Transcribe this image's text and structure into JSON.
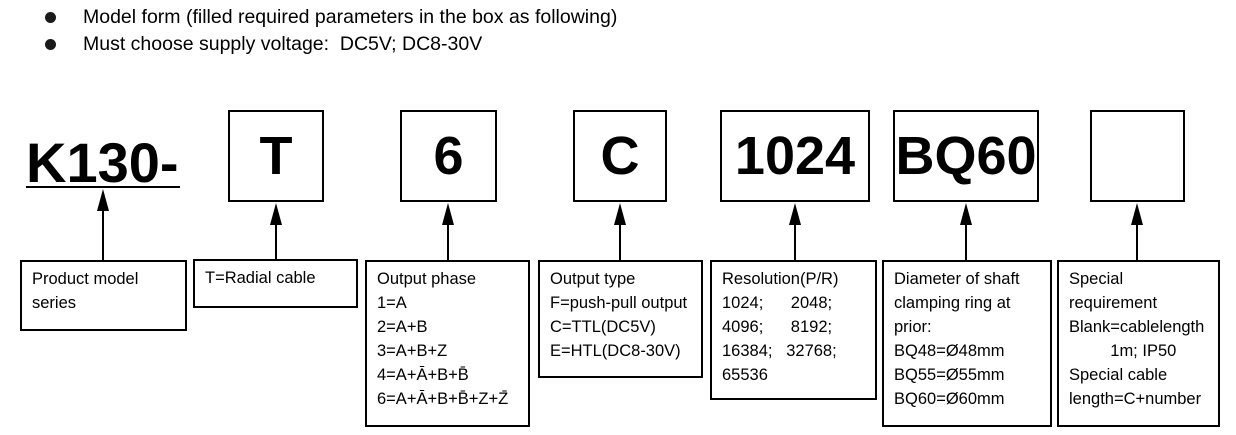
{
  "colors": {
    "ink": "#000000",
    "paper": "#ffffff"
  },
  "notes": [
    {
      "text": "Model form (filled required parameters in the box as following)"
    },
    {
      "text": "Must choose supply voltage:  DC5V; DC8-30V"
    }
  ],
  "model_code": {
    "prefix": "K130-",
    "segments": [
      "T",
      "6",
      "C",
      "1024",
      "BQ60",
      ""
    ]
  },
  "descriptions": [
    {
      "lines": [
        "Product model",
        "series"
      ]
    },
    {
      "lines": [
        "T=Radial cable"
      ]
    },
    {
      "lines": [
        "Output phase",
        "1=A",
        "2=A+B",
        "3=A+B+Z",
        "4=A+Ā+B+B̄",
        "6=A+Ā+B+B̄+Z+Z̄"
      ]
    },
    {
      "lines": [
        "Output type",
        "F=push-pull output",
        "C=TTL(DC5V)",
        "E=HTL(DC8-30V)"
      ]
    },
    {
      "lines": [
        "Resolution(P/R)",
        "1024;      2048;",
        "4096;      8192;",
        "16384;   32768;",
        "65536"
      ]
    },
    {
      "lines": [
        "Diameter of shaft",
        "clamping ring at",
        "prior:",
        "BQ48=Ø48mm",
        "BQ55=Ø55mm",
        "BQ60=Ø60mm"
      ]
    },
    {
      "lines": [
        "Special",
        "requirement",
        "Blank=cablelength",
        "         1m; IP50",
        "Special cable",
        "length=C+number"
      ]
    }
  ]
}
